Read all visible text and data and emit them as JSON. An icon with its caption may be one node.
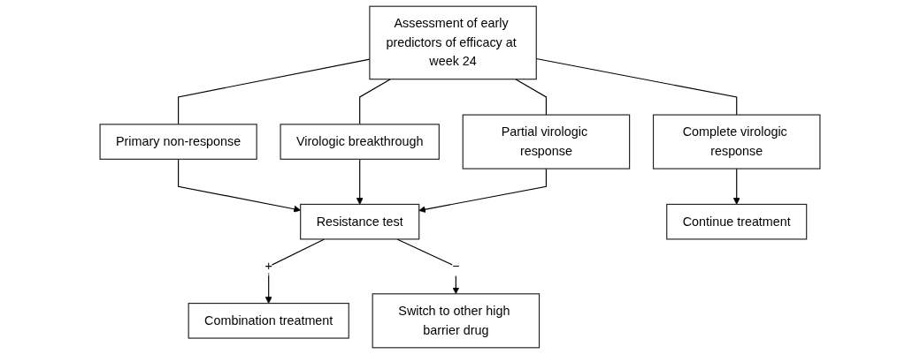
{
  "diagram": {
    "nodes": [
      {
        "text": [
          "Assessment of early predictors of efficacy at week 24"
        ]
      },
      {
        "text": [
          "Primary non-response"
        ]
      },
      {
        "text": [
          "Virologic breakthrough"
        ]
      },
      {
        "text": [
          "Partial virologic response"
        ]
      },
      {
        "text": [
          "Complete virologic response"
        ]
      },
      {
        "text": [
          "Resistance test"
        ]
      },
      {
        "text": [
          "Combination treatment"
        ]
      },
      {
        "text": [
          "Switch to other high barrier drug"
        ]
      },
      {
        "text": [
          "Continue treatment"
        ]
      }
    ],
    "edges": [
      {
        "from": 0,
        "to": 1,
        "arrow": "none"
      },
      {
        "from": 0,
        "to": 2,
        "arrow": "none"
      },
      {
        "from": 0,
        "to": 3,
        "arrow": "none"
      },
      {
        "from": 0,
        "to": 4,
        "arrow": "none"
      },
      {
        "from": 1,
        "to": 5,
        "arrow": "to"
      },
      {
        "from": 2,
        "to": 5,
        "arrow": "to"
      },
      {
        "from": 3,
        "to": 5,
        "arrow": "to"
      },
      {
        "from": 5,
        "to": 6,
        "label": "+",
        "arrow": "to"
      },
      {
        "from": 5,
        "to": 7,
        "label": "−",
        "arrow": "to"
      },
      {
        "from": 4,
        "to": 8,
        "arrow": "to"
      }
    ]
  }
}
